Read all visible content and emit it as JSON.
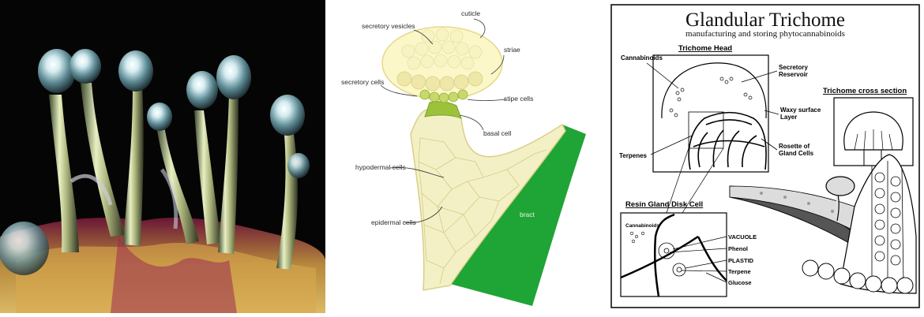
{
  "diagram": {
    "labels": {
      "cuticle": "cuticle",
      "secretory_vesicles": "secretory vesicles",
      "striae": "striae",
      "secretory_cells": "secretory cells",
      "stipe_cells": "stipe cells",
      "basal_cell": "basal cell",
      "hypodermal_cells": "hypodermal cells",
      "epidermal_cells": "epidermal cells",
      "bract": "bract"
    },
    "colors": {
      "head": "#fbf7c8",
      "outline": "#e3d98a",
      "bract": "#1fa436",
      "stipe_green": "#9cc23c"
    }
  },
  "trichome_figure": {
    "title": "Glandular Trichome",
    "subtitle": "manufacturing and storing phytocannabinoids",
    "head_heading": "Trichome Head",
    "cross_section_heading": "Trichome cross section",
    "disk_heading": "Resin Gland Disk Cell",
    "labels": {
      "cannabinoids": "Cannabinoids",
      "secretory_reservoir": [
        "Secretory",
        "Reservoir"
      ],
      "waxy_surface_layer": [
        "Waxy surface",
        "Layer"
      ],
      "terpenes": "Terpenes",
      "rosette_of_gland_cells": [
        "Rosette of",
        "Gland Cells"
      ],
      "disk_cannabinoids": "Cannabinoids",
      "vacuole": "VACUOLE",
      "phenol": "Phenol",
      "plastid": "PLASTID",
      "terpene": "Terpene",
      "glucose": "Glucose"
    }
  },
  "photo": {
    "icon": "trichome-macro-photo"
  }
}
